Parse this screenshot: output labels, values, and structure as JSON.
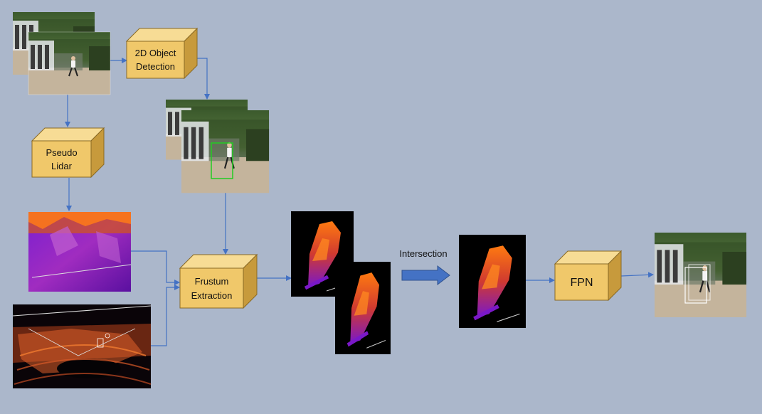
{
  "diagram": {
    "boxes": {
      "detection": {
        "line1": "2D Object",
        "line2": "Detection"
      },
      "pseudo_lidar": {
        "line1": "Pseudo",
        "line2": "Lidar"
      },
      "frustum": {
        "line1": "Frustum",
        "line2": "Extraction"
      },
      "fpn": {
        "line1": "FPN"
      }
    },
    "intersection_label": "Intersection"
  },
  "colors": {
    "background": "#abb7cb",
    "box_front": "#f0c86a",
    "box_top": "#f7dc95",
    "box_side": "#c79a3c",
    "connector": "#4472c4",
    "detection_bbox": "#22cc22",
    "result_bbox": "#ffffff"
  }
}
